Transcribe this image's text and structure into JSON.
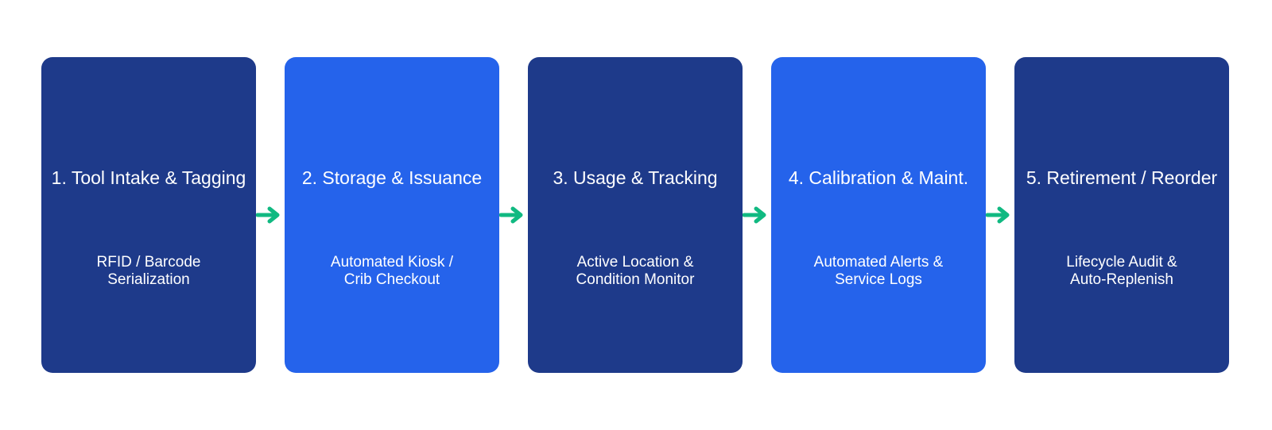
{
  "colors": {
    "dark_box": "#1e3a8a",
    "bright_box": "#2563eb",
    "arrow": "#10b981",
    "text": "#ffffff"
  },
  "steps": [
    {
      "title": "1. Tool Intake & Tagging",
      "description": "RFID / Barcode\nSerialization"
    },
    {
      "title": "2. Storage & Issuance",
      "description": "Automated Kiosk /\nCrib Checkout"
    },
    {
      "title": "3. Usage & Tracking",
      "description": "Active Location &\nCondition Monitor"
    },
    {
      "title": "4. Calibration & Maint.",
      "description": "Automated Alerts &\nService Logs"
    },
    {
      "title": "5. Retirement / Reorder",
      "description": "Lifecycle Audit &\nAuto-Replenish"
    }
  ],
  "connector_icon": "right-arrow-icon"
}
